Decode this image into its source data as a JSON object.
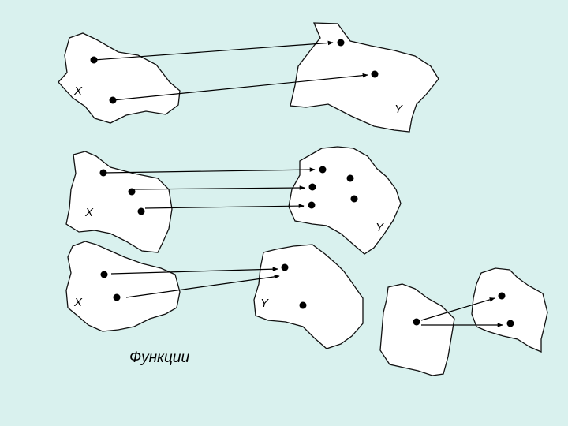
{
  "caption": "Функции",
  "labels": {
    "row1_domain": "X",
    "row1_codomain": "Y",
    "row2_domain": "X",
    "row2_codomain": "Y",
    "row3_domain": "X",
    "row3_codomain": "Y"
  },
  "colors": {
    "background": "#d9f1ee",
    "set_fill": "#ffffff",
    "outline": "#111111",
    "arrow": "#000000"
  },
  "mappings": [
    {
      "id": "row1",
      "domain_points": 2,
      "codomain_points": 2,
      "arrows": [
        [
          1,
          1
        ],
        [
          2,
          2
        ]
      ]
    },
    {
      "id": "row2",
      "domain_points": 3,
      "codomain_points": 5,
      "arrows": [
        [
          1,
          1
        ],
        [
          2,
          2
        ],
        [
          3,
          3
        ]
      ]
    },
    {
      "id": "row3-left",
      "domain_points": 2,
      "codomain_points": 2,
      "arrows": [
        [
          1,
          1
        ],
        [
          2,
          1
        ]
      ]
    },
    {
      "id": "row3-right",
      "domain_points": 1,
      "codomain_points": 2,
      "arrows": [
        [
          1,
          1
        ],
        [
          1,
          2
        ]
      ]
    }
  ]
}
